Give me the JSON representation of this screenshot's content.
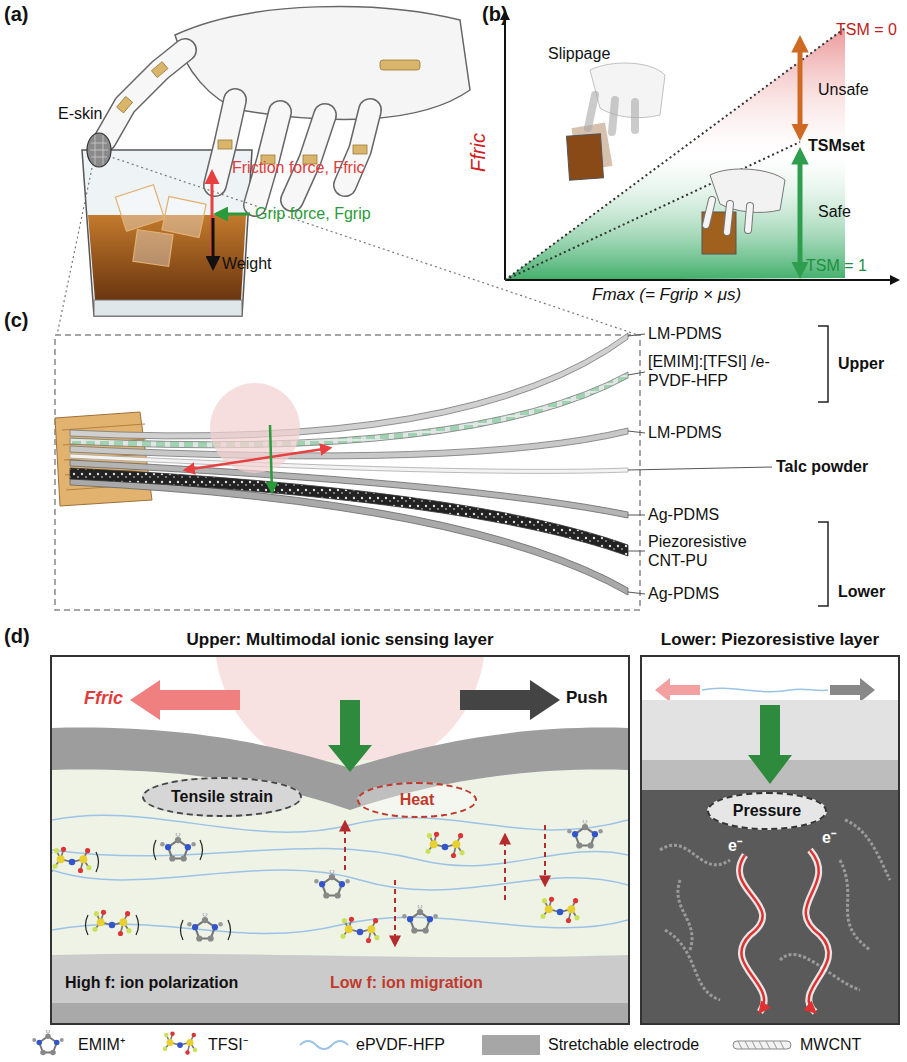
{
  "diagram": {
    "nodes": [
      {
        "text": [
          "Upper: Multimodal ionic sensing layer"
        ]
      },
      {
        "text": [
          "Tensile strain"
        ],
        "in": 0
      },
      {
        "text": [
          "Heat"
        ],
        "in": 0
      },
      {
        "text": [
          "Lower: Piezoresistive layer"
        ]
      },
      {
        "text": [
          "Pressure"
        ],
        "in": 3
      }
    ],
    "labels": [
      "(a)",
      "E-skin",
      "Friction force, Ffric",
      "Grip force, Fgrip",
      "Weight",
      "(b)",
      "Ffric",
      "Fmax (= Fgrip × μs)",
      "Slippage",
      "TSM = 0",
      "Unsafe",
      "TSMset",
      "Safe",
      "TSM = 1",
      "(c)",
      "LM-PDMS",
      "[EMIM]:[TFSI] /e-PVDF-HFP",
      "LM-PDMS",
      "Upper",
      "Talc powder",
      "Ag-PDMS",
      "Piezoresistive CNT-PU",
      "Ag-PDMS",
      "Lower",
      "(d)",
      "Ffric",
      "Push",
      "High f: ion polarization",
      "Low f: ion migration",
      "e⁻",
      "e⁻"
    ],
    "legend": [
      {
        "text": "EMIM⁺"
      },
      {
        "text": "TFSI⁻"
      },
      {
        "text": "ePVDF-HFP"
      },
      {
        "text": "Stretchable electrode",
        "color": "#a6a6a6"
      },
      {
        "text": "MWCNT"
      }
    ]
  }
}
